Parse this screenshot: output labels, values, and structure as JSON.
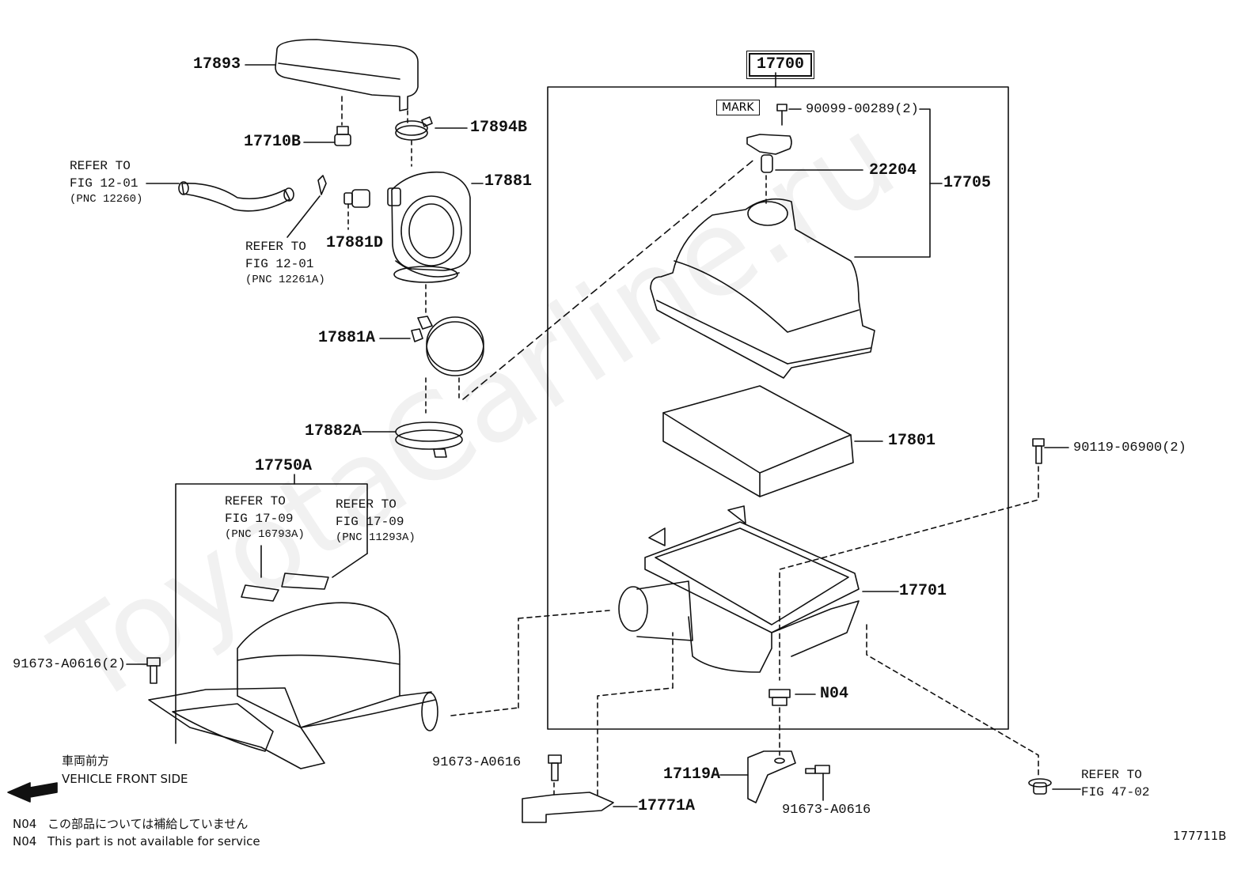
{
  "watermark": "ToyotaCarline.ru",
  "figure_id": "177711B",
  "assembly": {
    "part_no": "17700",
    "mark_label": "MARK"
  },
  "parts": [
    {
      "id": "p17893",
      "text": "17893"
    },
    {
      "id": "p17710B",
      "text": "17710B"
    },
    {
      "id": "p17894B",
      "text": "17894B"
    },
    {
      "id": "p17881",
      "text": "17881"
    },
    {
      "id": "p17881D",
      "text": "17881D"
    },
    {
      "id": "p17881A",
      "text": "17881A"
    },
    {
      "id": "p17882A",
      "text": "17882A"
    },
    {
      "id": "p17750A",
      "text": "17750A"
    },
    {
      "id": "p91673_2",
      "text": "91673-A0616(2)"
    },
    {
      "id": "p91673_a",
      "text": "91673-A0616"
    },
    {
      "id": "p91673_b",
      "text": "91673-A0616"
    },
    {
      "id": "p90099",
      "text": "90099-00289(2)"
    },
    {
      "id": "p22204",
      "text": "22204"
    },
    {
      "id": "p17705",
      "text": "17705"
    },
    {
      "id": "p17801",
      "text": "17801"
    },
    {
      "id": "p90119",
      "text": "90119-06900(2)"
    },
    {
      "id": "p17701",
      "text": "17701"
    },
    {
      "id": "pN04",
      "text": "N04"
    },
    {
      "id": "p17119A",
      "text": "17119A"
    },
    {
      "id": "p17771A",
      "text": "17771A"
    }
  ],
  "references": [
    {
      "id": "r1",
      "line1": "REFER TO",
      "line2": "FIG 12-01",
      "line3": "(PNC 12260)"
    },
    {
      "id": "r2",
      "line1": "REFER TO",
      "line2": "FIG 12-01",
      "line3": "(PNC 12261A)"
    },
    {
      "id": "r3",
      "line1": "REFER TO",
      "line2": "FIG 17-09",
      "line3": "(PNC 16793A)"
    },
    {
      "id": "r4",
      "line1": "REFER TO",
      "line2": "FIG 17-09",
      "line3": "(PNC 11293A)"
    },
    {
      "id": "r5",
      "line1": "REFER TO",
      "line2": "FIG 47-02",
      "line3": ""
    }
  ],
  "direction": {
    "jp": "車両前方",
    "en": "VEHICLE FRONT SIDE"
  },
  "notes": [
    {
      "code": "N04",
      "text": "この部品については補給していません"
    },
    {
      "code": "N04",
      "text": "This part is not available for service"
    }
  ]
}
